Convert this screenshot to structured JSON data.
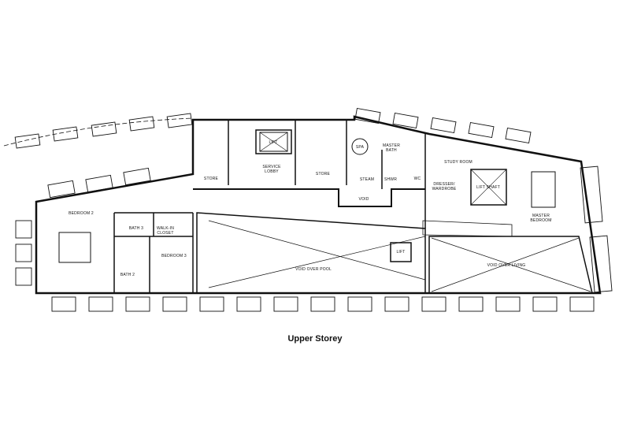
{
  "caption": "Upper Storey",
  "rooms": {
    "bedroom2": "BEDROOM 2",
    "bath3": "BATH 3",
    "walkin1": "WALK-IN",
    "walkin2": "CLOSET",
    "bedroom3": "BEDROOM 3",
    "bath2": "BATH 2",
    "store_left": "STORE",
    "service_lobby1": "SERVICE",
    "service_lobby2": "LOBBY",
    "lift_core": "LIFT",
    "store_right": "STORE",
    "spa": "SPA",
    "master_bath1": "MASTER",
    "master_bath2": "BATH",
    "steam": "STEAM",
    "shwr": "SHWR",
    "wc": "WC",
    "void": "VOID",
    "study_room": "STUDY ROOM",
    "dresser1": "DRESSER/",
    "dresser2": "WARDROBE",
    "lift_shaft": "LIFT SHAFT",
    "master_bedroom1": "MASTER",
    "master_bedroom2": "BEDROOM",
    "lift_pool": "LIFT",
    "void_pool": "VOID OVER POOL",
    "void_living": "VOID OVER LIVING"
  }
}
